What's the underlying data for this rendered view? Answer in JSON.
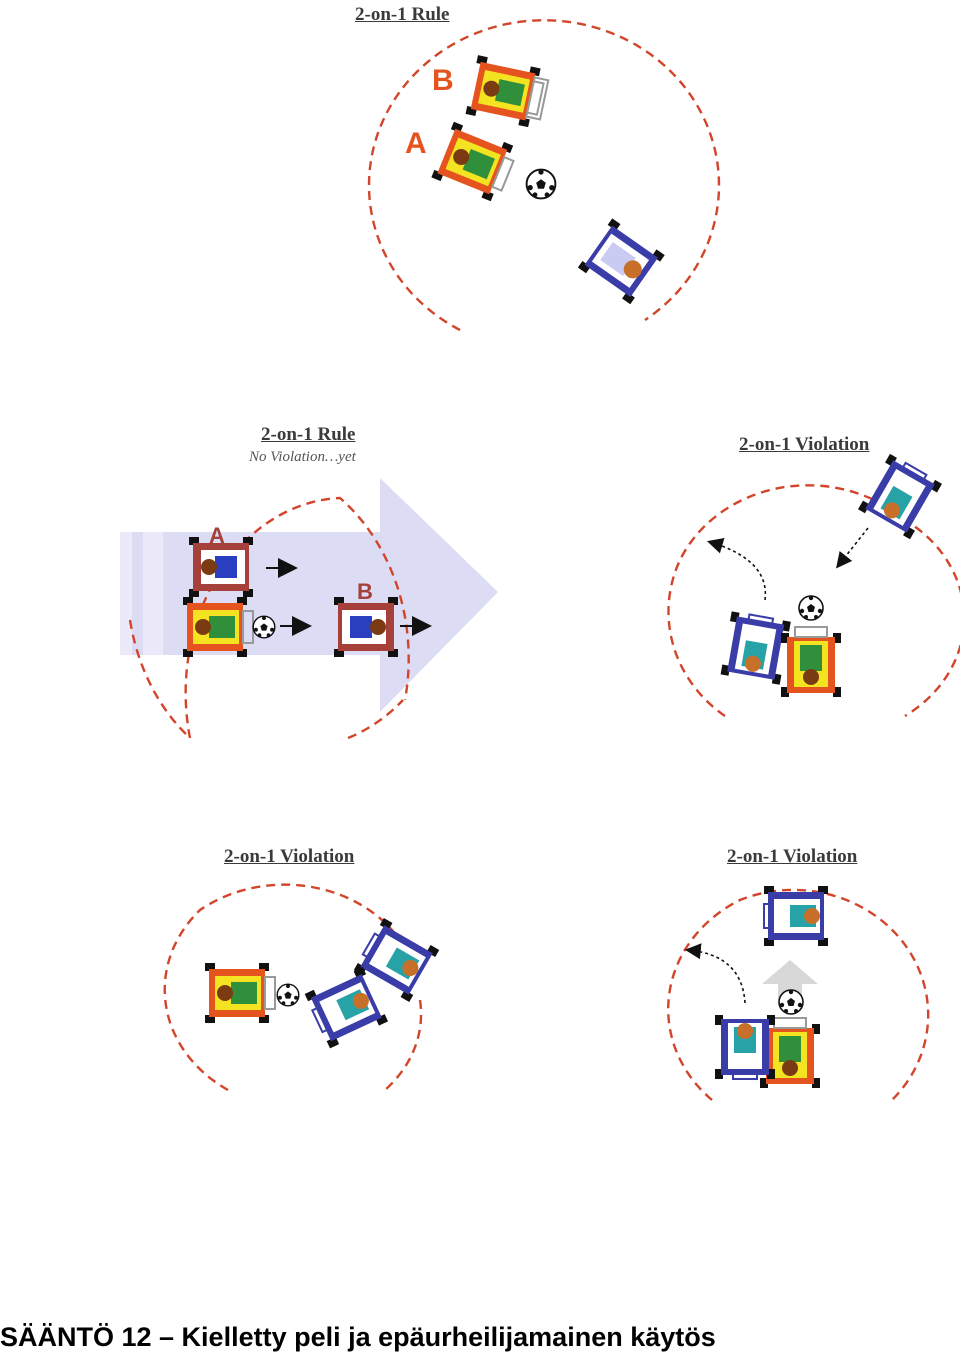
{
  "panels": {
    "p1": {
      "title": "2-on-1 Rule",
      "label_a": "A",
      "label_b": "B"
    },
    "p2": {
      "title": "2-on-1 Rule",
      "subtitle": "No Violation…yet",
      "label_a": "A",
      "label_b": "B"
    },
    "p3": {
      "title": "2-on-1 Violation"
    },
    "p4": {
      "title": "2-on-1 Violation"
    },
    "p5": {
      "title": "2-on-1 Violation"
    }
  },
  "footer": {
    "caption": "SÄÄNTÖ 12 – Kielletty peli ja epäurheilijamainen käytös"
  },
  "colors": {
    "circle": "#d2452a",
    "team_red": "#e5531f",
    "team_blue": "#3a3da8",
    "arrow_bg": "#dcdcf5"
  }
}
